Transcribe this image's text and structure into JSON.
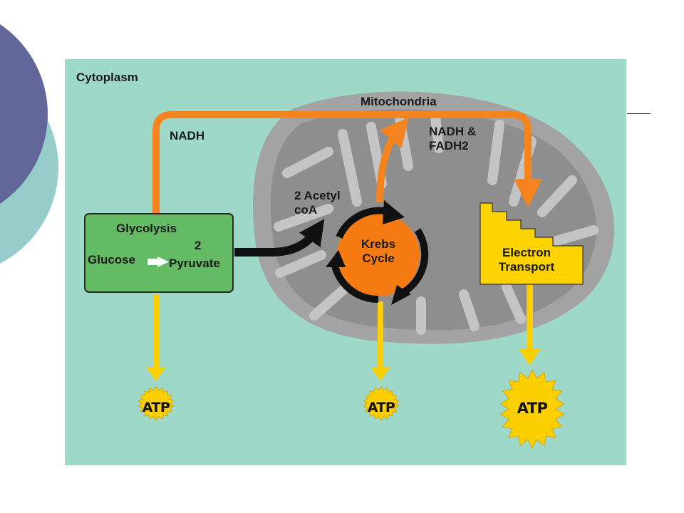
{
  "diagram": {
    "labels": {
      "cytoplasm": "Cytoplasm",
      "mitochondria": "Mitochondria",
      "nadh": "NADH",
      "nadh_fadh2": "NADH &\nFADH2",
      "acetyl_coa": "2 Acetyl\ncoA",
      "glycolysis": "Glycolysis",
      "two": "2",
      "glucose": "Glucose",
      "pyruvate": "Pyruvate",
      "krebs_cycle": "Krebs\nCycle",
      "electron_transport": "Electron\nTransport",
      "atp_1": "ATP",
      "atp_2": "ATP",
      "atp_3": "ATP"
    },
    "colors": {
      "background": "#9ed8c8",
      "mitochondrion": "#a3a3a3",
      "glycolysis_box": "#63bb63",
      "krebs_cycle": "#f57b12",
      "electron_transport": "#fcd200",
      "orange_arrow": "#f5841f",
      "yellow_arrow": "#fcd000",
      "atp_burst": "#fcd000"
    }
  }
}
